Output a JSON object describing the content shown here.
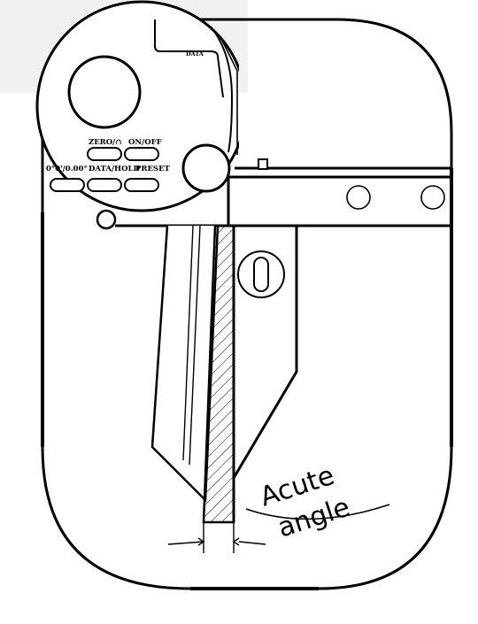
{
  "labels": {
    "data": "DATA",
    "zero": "ZERO/∩",
    "on_off": "ON/OFF",
    "units": "0°0'/0.00°",
    "data_hold": "DATA/HOLD",
    "preset": "PRESET",
    "acute": "Acute",
    "angle": "angle"
  },
  "colors": {
    "line": "#000000",
    "background": "#ffffff",
    "shade": "#f1f1f3"
  }
}
